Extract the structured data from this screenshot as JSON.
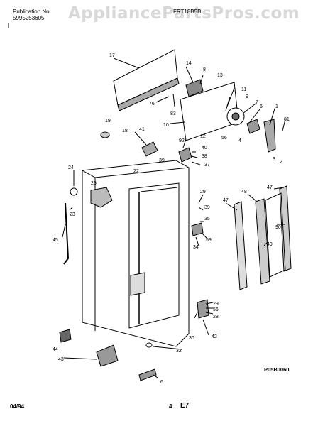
{
  "header": {
    "publication_label": "Publication No.",
    "publication_number": "5995253605",
    "model": "FRT18B5B"
  },
  "watermark": "AppliancePartsPros.com",
  "diagram_code": "P05B0060",
  "footer": {
    "date": "04/94",
    "page": "4",
    "section": "E7"
  },
  "callouts": [
    "17",
    "14",
    "8",
    "13",
    "76",
    "83",
    "11",
    "9",
    "7",
    "10",
    "5",
    "1",
    "81",
    "19",
    "18",
    "41",
    "92",
    "40",
    "12",
    "56",
    "4",
    "3",
    "2",
    "39",
    "38",
    "37",
    "22",
    "24",
    "25",
    "23",
    "29",
    "39",
    "35",
    "59",
    "34",
    "45",
    "48",
    "47",
    "47",
    "49",
    "90",
    "29",
    "56",
    "28",
    "42",
    "30",
    "32",
    "44",
    "43",
    "6"
  ]
}
